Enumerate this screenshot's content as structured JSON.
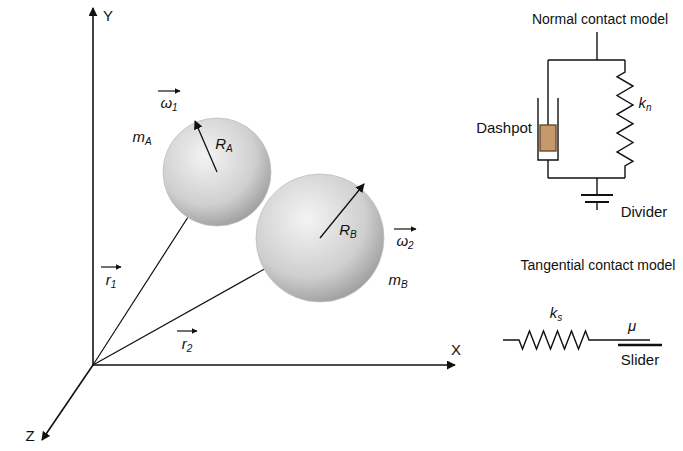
{
  "diagram": {
    "nodes": [
      {
        "text": [
          "mA",
          "RA"
        ]
      },
      {
        "text": [
          "RB",
          "mB"
        ]
      }
    ],
    "labels": [
      "Y",
      "X",
      "Z",
      "ω1",
      "ω2",
      "r1",
      "r2",
      "Normal contact model",
      "Dashpot",
      "kn",
      "Divider",
      "Tangential contact model",
      "ks",
      "μ",
      "Slider"
    ]
  }
}
